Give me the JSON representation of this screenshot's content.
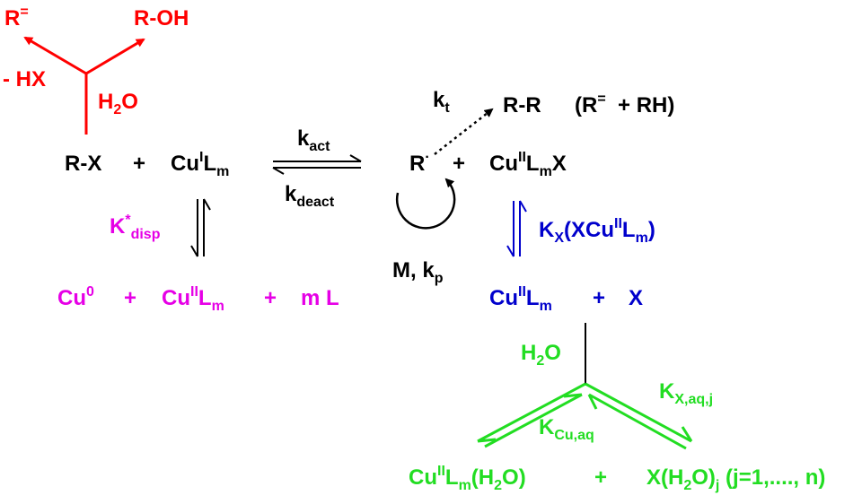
{
  "colors": {
    "black": "#000000",
    "red": "#ff0000",
    "magenta": "#e600e6",
    "blue": "#0000cc",
    "green": "#22dd22"
  },
  "hydrolysis": {
    "alkene": "R",
    "alkene_sup": "=",
    "alcohol": "R-OH",
    "elimination": "- HX",
    "water": "H",
    "water_sub": "2",
    "water_end": "O"
  },
  "top": {
    "kt": "k",
    "kt_sub": "t",
    "termination": "R-R",
    "termination_alt": "(R",
    "termination_alt_sup": "=",
    "termination_alt_end": "+  RH)"
  },
  "equilibrium": {
    "rx": "R-X",
    "plus1": "+",
    "cu": "Cu",
    "cu_ox": "I",
    "cu_l": "L",
    "cu_l_sub": "m",
    "kact": "k",
    "kact_sub": "act",
    "kdeact": "k",
    "kdeact_sub": "deact",
    "radical": "R",
    "radical_dot": "·",
    "plus2": "+",
    "deact": "Cu",
    "deact_ox": "II",
    "deact_l": "L",
    "deact_l_sub": "m",
    "deact_x": "X"
  },
  "propagation": {
    "label": "M, k",
    "label_sub": "p"
  },
  "disproportionation": {
    "k": "K",
    "k_sup": "*",
    "k_sub": "disp",
    "cu0": "Cu",
    "cu0_sup": "0",
    "plus1": "+",
    "cu2": "Cu",
    "cu2_ox": "II",
    "cu2_l": "L",
    "cu2_l_sub": "m",
    "plus2": "+",
    "ligand": "m L"
  },
  "halide": {
    "k": "K",
    "k_sub": "X",
    "k_arg": "(XCu",
    "k_arg_ox": "II",
    "k_arg_l": "L",
    "k_arg_l_sub": "m",
    "k_arg_end": ")",
    "cu": "Cu",
    "cu_ox": "II",
    "cu_l": "L",
    "cu_l_sub": "m",
    "plus": "+",
    "x": "X"
  },
  "aqueous": {
    "water": "H",
    "water_sub": "2",
    "water_end": "O",
    "kx": "K",
    "kx_sub": "X,aq,j",
    "kcu": "K",
    "kcu_sub": "Cu,aq",
    "cu": "Cu",
    "cu_ox": "II",
    "cu_l": "L",
    "cu_l_sub": "m",
    "cu_aq": "(H",
    "cu_aq_sub": "2",
    "cu_aq_end": "O)",
    "plus": "+",
    "x": "X(H",
    "x_sub": "2",
    "x_mid": "O)",
    "x_j": "j",
    "range": "(j=1,...., n)"
  }
}
